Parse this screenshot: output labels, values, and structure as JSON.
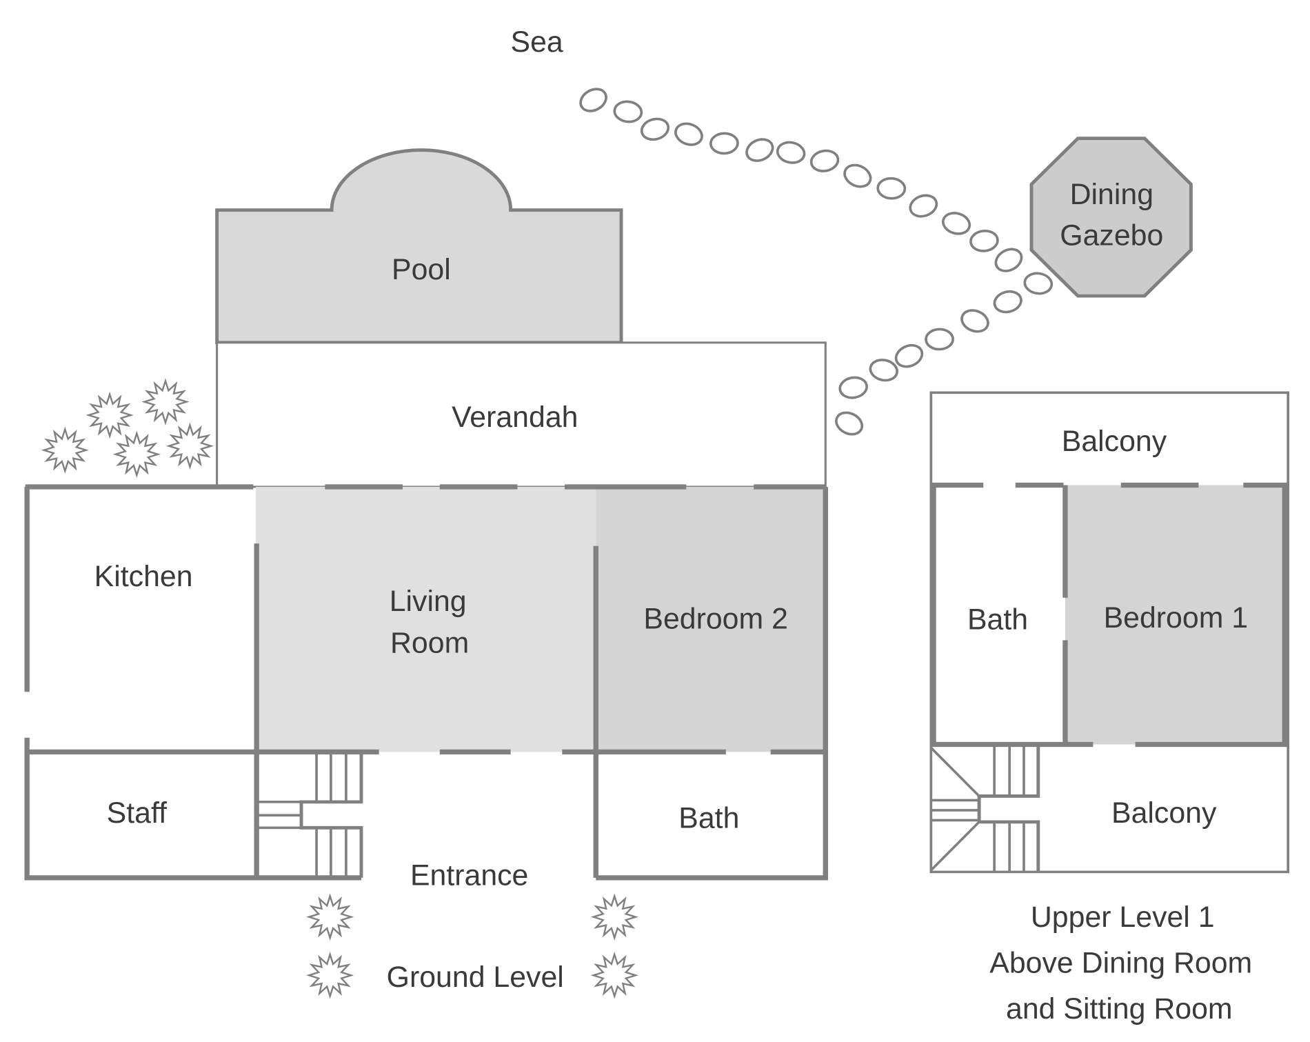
{
  "labels": {
    "sea": "Sea",
    "pool": "Pool",
    "verandah": "Verandah",
    "kitchen": "Kitchen",
    "living_room": [
      "Living",
      "Room"
    ],
    "bedroom2": "Bedroom 2",
    "staff": "Staff",
    "bath_ground": "Bath",
    "entrance": "Entrance",
    "ground_level": "Ground Level",
    "dining_gazebo": [
      "Dining",
      "Gazebo"
    ],
    "balcony_top": "Balcony",
    "bath_upper": "Bath",
    "bedroom1": "Bedroom 1",
    "balcony_bottom": "Balcony",
    "upper_caption": [
      "Upper Level 1",
      "Above Dining Room",
      "and Sitting Room"
    ]
  },
  "colors": {
    "wall": "#808080",
    "pool_fill": "#d9d9d9",
    "living_fill": "#e0e0e0",
    "bedroom_fill": "#d4d4d4",
    "gazebo_fill": "#cccccc",
    "text": "#3a3a3a"
  }
}
